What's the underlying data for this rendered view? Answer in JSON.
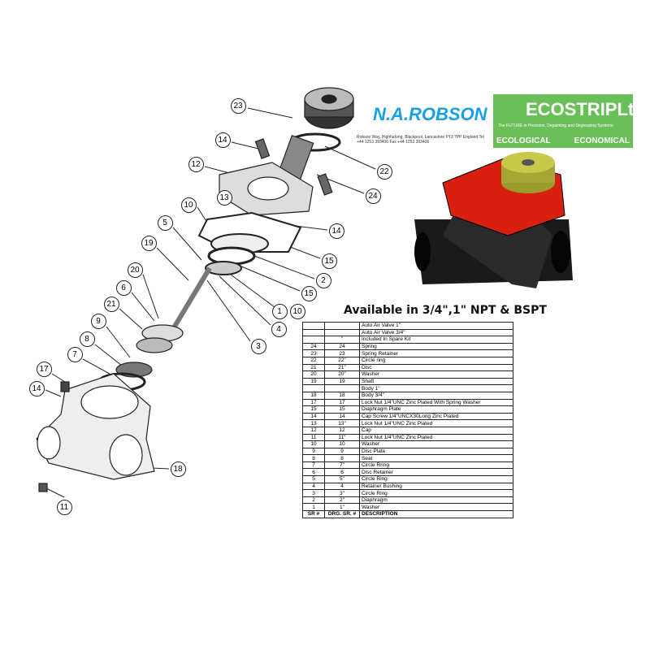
{
  "logos": {
    "narobson": {
      "name": "N.A.ROBSON",
      "address": "Robson Way, Highfurlong, Blackpool, Lancashire FY3 7PP England   Tel +44 1253 393406   Fax +44 1253 393406"
    },
    "ecostrip": {
      "name": "ECOSTRIPLtd",
      "tagline": "The FUTURE in Precision, Depainting and Degreasing Systems",
      "left": "ECOLOGICAL",
      "right": "ECONOMICAL"
    }
  },
  "table": {
    "title": "Available in 3/4\",1\" NPT & BSPT",
    "rows": [
      [
        "",
        "",
        "Auto Air Valve 1\""
      ],
      [
        "",
        "",
        "Auto Air Valve 3/4\""
      ],
      [
        "",
        "\"",
        "Included In Spare Kit"
      ],
      [
        "24",
        "24",
        "Spring"
      ],
      [
        "23",
        "23",
        "Spring Retainer"
      ],
      [
        "22",
        "22\"",
        "Circle ring"
      ],
      [
        "21",
        "21\"",
        "Disc"
      ],
      [
        "20",
        "20\"",
        "Washer"
      ],
      [
        "19",
        "19",
        "Shaft"
      ],
      [
        "",
        "",
        "Body 1\""
      ],
      [
        "18",
        "18",
        "Body 3/4\""
      ],
      [
        "17",
        "17",
        "Lock Nut 1/4\"UNC Zinc Plated With Spring Washer"
      ],
      [
        "15",
        "15",
        "Diaphragm Plate"
      ],
      [
        "14",
        "14",
        "Cap Screw 1/4\"UNCX30Long Zinc Plated"
      ],
      [
        "13",
        "13\"",
        "Lock Nut 1/4\"UNC Zinc Plated"
      ],
      [
        "12",
        "12",
        "Cap"
      ],
      [
        "11",
        "11\"",
        "Lock Nut 1/4\"UNC Zinc Plated"
      ],
      [
        "10",
        "10",
        "Washer"
      ],
      [
        "9",
        "9",
        "Disc Plate"
      ],
      [
        "8",
        "8",
        "Seat"
      ],
      [
        "7",
        "7\"",
        "Circle Rring"
      ],
      [
        "6",
        "6",
        "Disc Retainer"
      ],
      [
        "5",
        "5\"",
        "Circle Ring"
      ],
      [
        "4",
        "4",
        "Retainer Bushing"
      ],
      [
        "3",
        "3\"",
        "Circle Ring"
      ],
      [
        "2",
        "2\"",
        "Diaphragm"
      ],
      [
        "1",
        "1\"",
        "Washer"
      ]
    ],
    "header": [
      "SR #",
      "DRG. SR. #",
      "DESCRIPTION"
    ]
  },
  "callouts": [
    "23",
    "14",
    "12",
    "13",
    "10",
    "22",
    "24",
    "14",
    "5",
    "19",
    "15",
    "2",
    "20",
    "15",
    "1",
    "10",
    "6",
    "4",
    "21",
    "9",
    "3",
    "8",
    "7",
    "17",
    "14",
    "18",
    "11"
  ]
}
